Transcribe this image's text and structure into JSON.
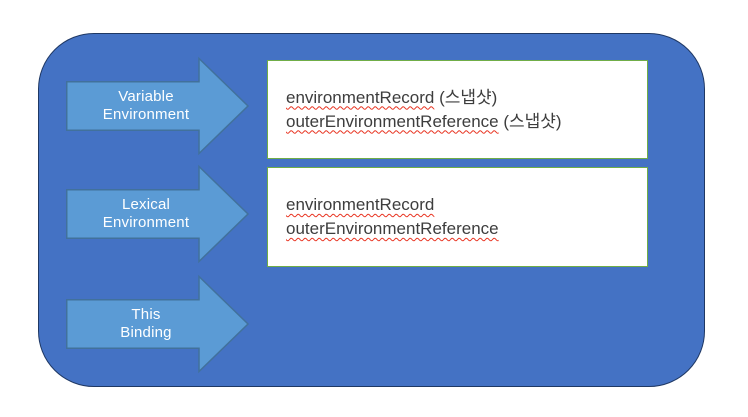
{
  "title": "Execution context environments diagram",
  "colors": {
    "page_bg": "#FFFFFF",
    "container_fill": "#4472C4",
    "container_stroke": "#1F3864",
    "arrow_fill": "#5B9BD5",
    "arrow_stroke": "#41719C",
    "arrow_text": "#FFFFFF",
    "box_fill": "#FFFFFF",
    "box_stroke": "#70AD47",
    "box_text": "#3D3D3D",
    "squiggle": "#E8321F"
  },
  "arrows": [
    {
      "label_line1": "Variable",
      "label_line2": "Environment"
    },
    {
      "label_line1": "Lexical",
      "label_line2": "Environment"
    },
    {
      "label_line1": "This",
      "label_line2": "Binding"
    }
  ],
  "boxes": [
    {
      "lines": [
        {
          "code": "environmentRecord",
          "suffix": " (스냅샷)"
        },
        {
          "code": "outerEnvironmentReference",
          "suffix": " (스냅샷)"
        }
      ]
    },
    {
      "lines": [
        {
          "code": "environmentRecord",
          "suffix": ""
        },
        {
          "code": "outerEnvironmentReference",
          "suffix": ""
        }
      ]
    }
  ]
}
